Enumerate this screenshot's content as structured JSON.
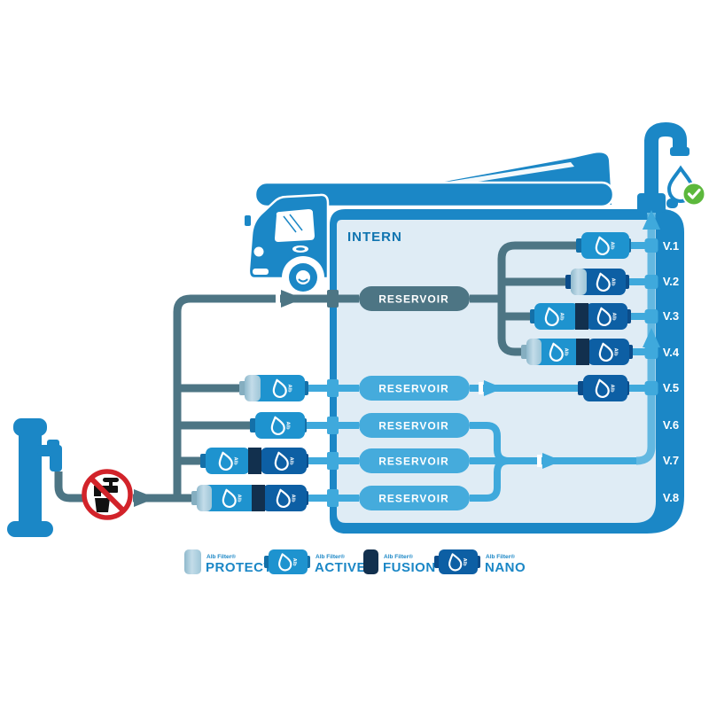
{
  "intern": {
    "label": "INTERN"
  },
  "cartridge_brand": "Alb",
  "reservoirs": [
    {
      "label": "RESERVOIR",
      "water": "untreated",
      "position": "intern-top"
    },
    {
      "label": "RESERVOIR",
      "water": "filtered",
      "position": "row-v5"
    },
    {
      "label": "RESERVOIR",
      "water": "filtered",
      "position": "row-v6"
    },
    {
      "label": "RESERVOIR",
      "water": "filtered",
      "position": "row-v7"
    },
    {
      "label": "RESERVOIR",
      "water": "filtered",
      "position": "row-v8"
    }
  ],
  "variants": [
    {
      "label": "V.1",
      "intern_filters": [
        "ACTIVE"
      ]
    },
    {
      "label": "V.2",
      "intern_filters": [
        "PROTECT",
        "NANO"
      ]
    },
    {
      "label": "V.3",
      "intern_filters": [
        "ACTIVE",
        "FUSION",
        "NANO"
      ]
    },
    {
      "label": "V.4",
      "intern_filters": [
        "PROTECT",
        "ACTIVE",
        "FUSION",
        "NANO"
      ]
    },
    {
      "label": "V.5",
      "extern_filters": [
        "PROTECT",
        "ACTIVE"
      ],
      "intern_filters_after_reservoir": [
        "NANO"
      ]
    },
    {
      "label": "V.6",
      "extern_filters": [
        "ACTIVE"
      ]
    },
    {
      "label": "V.7",
      "extern_filters": [
        "ACTIVE",
        "FUSION",
        "NANO"
      ]
    },
    {
      "label": "V.8",
      "extern_filters": [
        "PROTECT",
        "ACTIVE",
        "FUSION",
        "NANO"
      ]
    }
  ],
  "legend": {
    "items": [
      {
        "brand": "Alb Filter®",
        "name": "PROTECT",
        "type": "protect"
      },
      {
        "brand": "Alb Filter®",
        "name": "ACTIVE",
        "type": "active"
      },
      {
        "brand": "Alb Filter®",
        "name": "FUSION",
        "type": "fusion"
      },
      {
        "brand": "Alb Filter®",
        "name": "NANO",
        "type": "nano"
      }
    ]
  },
  "colors": {
    "primary_blue": "#1b87c6",
    "panel_light_blue": "#dfecf5",
    "pipe_untreated": "#4d7584",
    "pipe_filtered": "#3fa9dc",
    "riser": "#63b8e1",
    "filter_protect": "#a9cede",
    "filter_active": "#1e93cf",
    "filter_fusion": "#12304e",
    "filter_nano": "#0d5fa4",
    "prohibition_red": "#d2232a",
    "check_green": "#5cb83c",
    "intern_text": "#0f74b0"
  }
}
